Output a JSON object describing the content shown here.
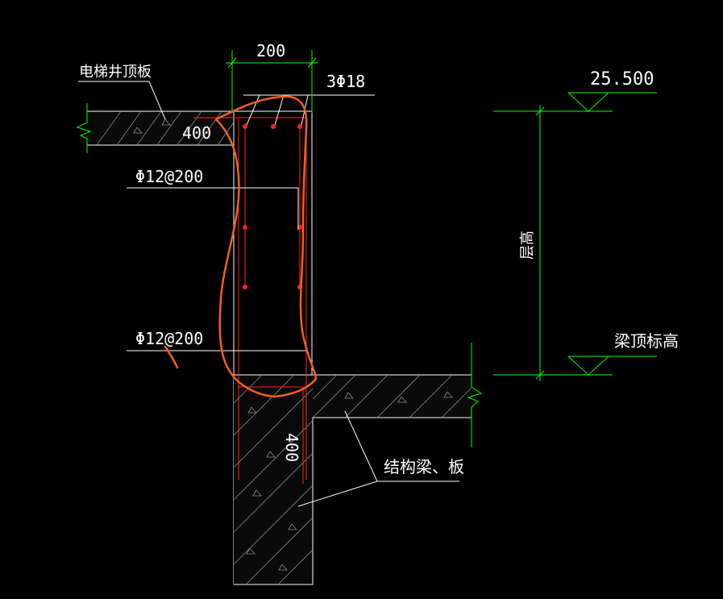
{
  "labels": {
    "elevator_roof": "电梯井顶板",
    "dim_width": "200",
    "top_bars": "3Φ18",
    "slab_thickness": "400",
    "stirrup_upper": "Φ12@200",
    "stirrup_lower": "Φ12@200",
    "elevation": "25.500",
    "vertical_dim": "层高",
    "beam_top_elevation": "梁顶标高",
    "wall_thickness": "400",
    "structural_beam_slab": "结构梁、板"
  },
  "colors": {
    "background": "#000000",
    "outline": "#ffffff",
    "dimension": "#00ff00",
    "rebar": "#ff2020",
    "markup": "#f06020",
    "hatch": "#8a8a8a"
  }
}
